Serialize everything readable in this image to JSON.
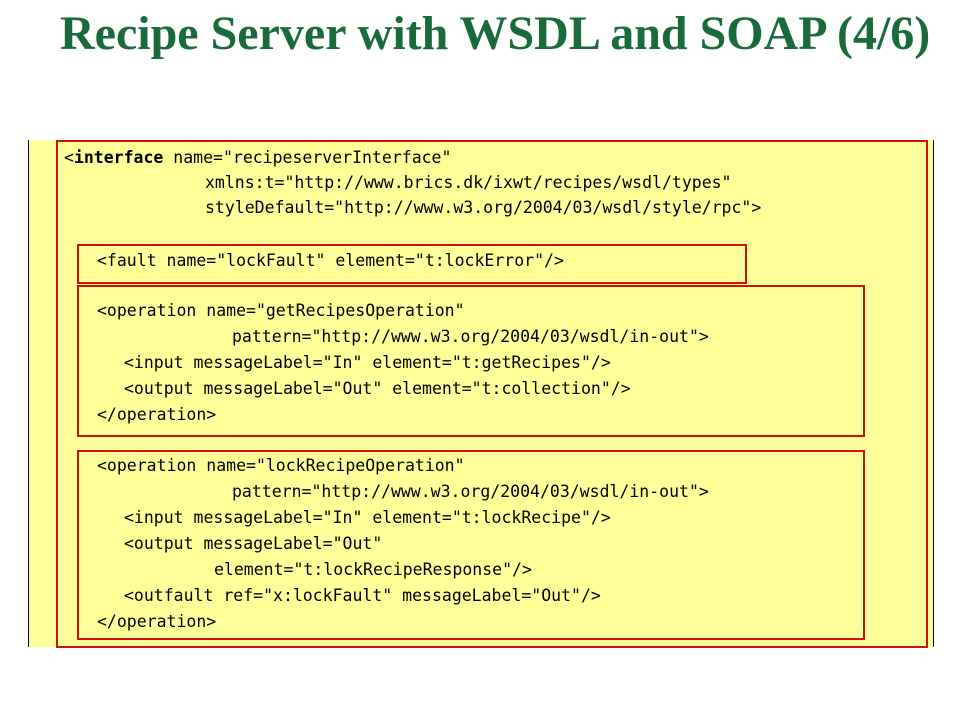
{
  "slide": {
    "title": "Recipe Server with WSDL and SOAP (4/6)"
  },
  "colors": {
    "title": "#1a6b3c",
    "panel_background": "#ffff99",
    "box_border": "#cc1111"
  },
  "code": {
    "interface_open": "<",
    "interface_keyword": "interface",
    "interface_rest": " name=\"recipeserverInterface\"",
    "xmlns_line": "xmlns:t=\"http://www.brics.dk/ixwt/recipes/wsdl/types\"",
    "style_line": "styleDefault=\"http://www.w3.org/2004/03/wsdl/style/rpc\">",
    "fault_line": "<fault name=\"lockFault\" element=\"t:lockError\"/>",
    "op1_open": "<operation name=\"getRecipesOperation\"",
    "op1_pattern": "pattern=\"http://www.w3.org/2004/03/wsdl/in-out\">",
    "op1_input": "<input messageLabel=\"In\" element=\"t:getRecipes\"/>",
    "op1_output": "<output messageLabel=\"Out\" element=\"t:collection\"/>",
    "op1_close": "</operation>",
    "op2_open": "<operation name=\"lockRecipeOperation\"",
    "op2_pattern": "pattern=\"http://www.w3.org/2004/03/wsdl/in-out\">",
    "op2_input": "<input messageLabel=\"In\" element=\"t:lockRecipe\"/>",
    "op2_output": "<output messageLabel=\"Out\"",
    "op2_output_element": "element=\"t:lockRecipeResponse\"/>",
    "op2_outfault": "<outfault ref=\"x:lockFault\" messageLabel=\"Out\"/>",
    "op2_close": "</operation>"
  }
}
